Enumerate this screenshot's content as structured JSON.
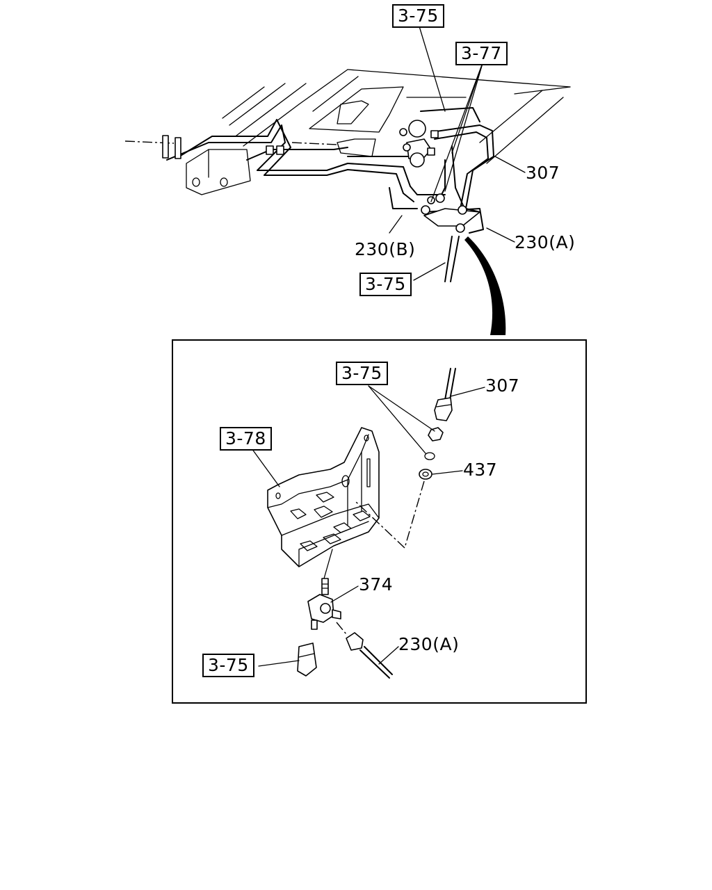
{
  "diagram": {
    "labels": {
      "top_ref_375": "3-75",
      "top_ref_377": "3-77",
      "top_307": "307",
      "top_230a": "230(A)",
      "top_230b": "230(B)",
      "mid_ref_375": "3-75",
      "detail_ref_375_nut": "3-75",
      "detail_307": "307",
      "detail_ref_378": "3-78",
      "detail_437": "437",
      "detail_374": "374",
      "detail_230a": "230(A)",
      "detail_ref_375_bottom": "3-75"
    }
  }
}
